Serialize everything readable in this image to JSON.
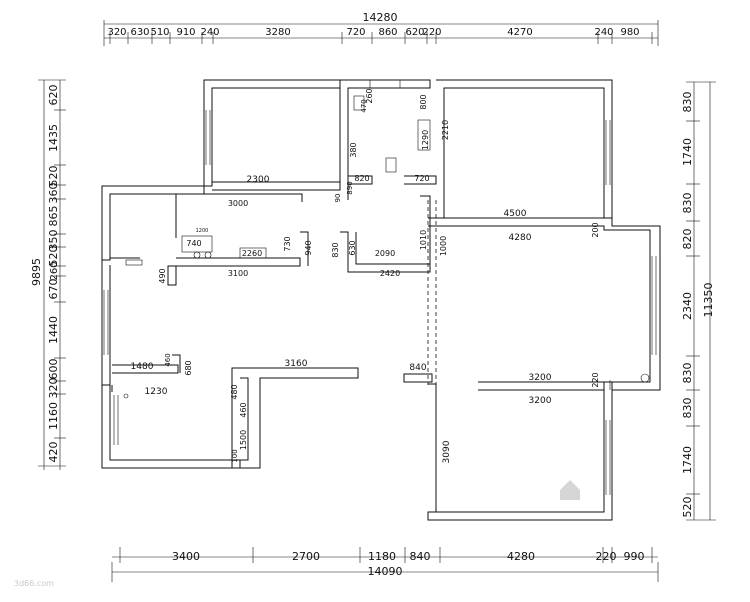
{
  "top": {
    "total": "14280",
    "segments": [
      "320",
      "630",
      "510",
      "910",
      "240",
      "3280",
      "720",
      "860",
      "620",
      "220",
      "4270",
      "240",
      "980"
    ]
  },
  "bottom": {
    "total": "14090",
    "segments": [
      "3400",
      "2700",
      "1180",
      "840",
      "4280",
      "220",
      "990"
    ]
  },
  "left": {
    "total": "9895",
    "segments": [
      "620",
      "1435",
      "520",
      "360",
      "865",
      "350",
      "520",
      "260",
      "670",
      "1440",
      "600",
      "320",
      "1160",
      "420"
    ]
  },
  "right": {
    "total": "11350",
    "segments": [
      "830",
      "1740",
      "830",
      "820",
      "2340",
      "830",
      "830",
      "1740",
      "520"
    ]
  },
  "rooms": {
    "north_room_width": "2300",
    "kitchen_top": "3000",
    "kitchen_bottom": "3100",
    "kitchen_inner": "2260",
    "kitchen_small": "740",
    "kitchen_door": "490",
    "corridor": "2420",
    "bath_width": "2090",
    "bath_side_left": "830",
    "bath_side_right": "1010",
    "hall_east_top": "4500",
    "hall_east_inner": "4280",
    "bed_top": "3200",
    "bed_bottom": "3200",
    "bed_height": "3090",
    "living_wall": "3160",
    "dining_1480": "1480",
    "dining_1230": "1230",
    "dining_680": "680",
    "dining_460": "460",
    "vert_1500": "1500",
    "vert_480": "480",
    "vert_100": "100",
    "n840": "840",
    "n2210": "2210",
    "n800": "800",
    "n1000": "1000",
    "n720": "720",
    "n820": "820",
    "n940": "940",
    "n730": "730",
    "n200": "200",
    "n220": "220",
    "n1290": "1290",
    "n380": "380",
    "n260": "260",
    "n470": "470",
    "n890": "890",
    "n90": "90",
    "n630": "630",
    "n1200": "1200"
  },
  "watermark": "3d66.com"
}
